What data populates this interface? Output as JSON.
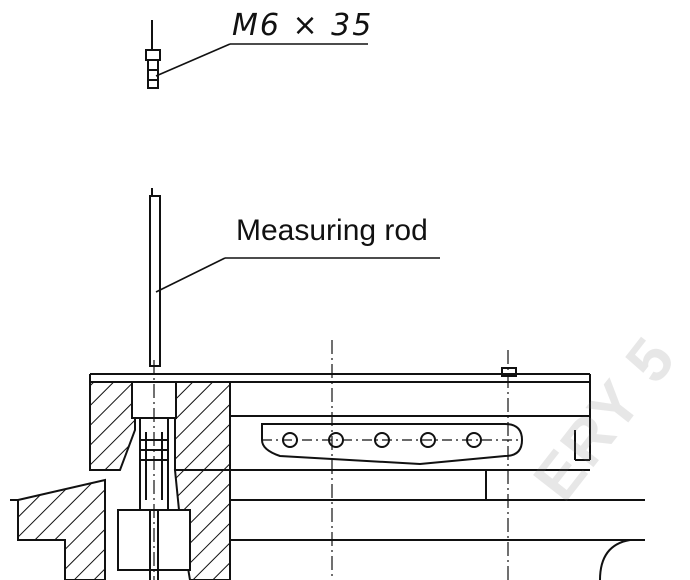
{
  "labels": {
    "bolt": "M6 × 35",
    "measuring_rod": "Measuring rod"
  },
  "watermark": "ERY 5",
  "colors": {
    "line": "#111111",
    "background": "#ffffff"
  }
}
